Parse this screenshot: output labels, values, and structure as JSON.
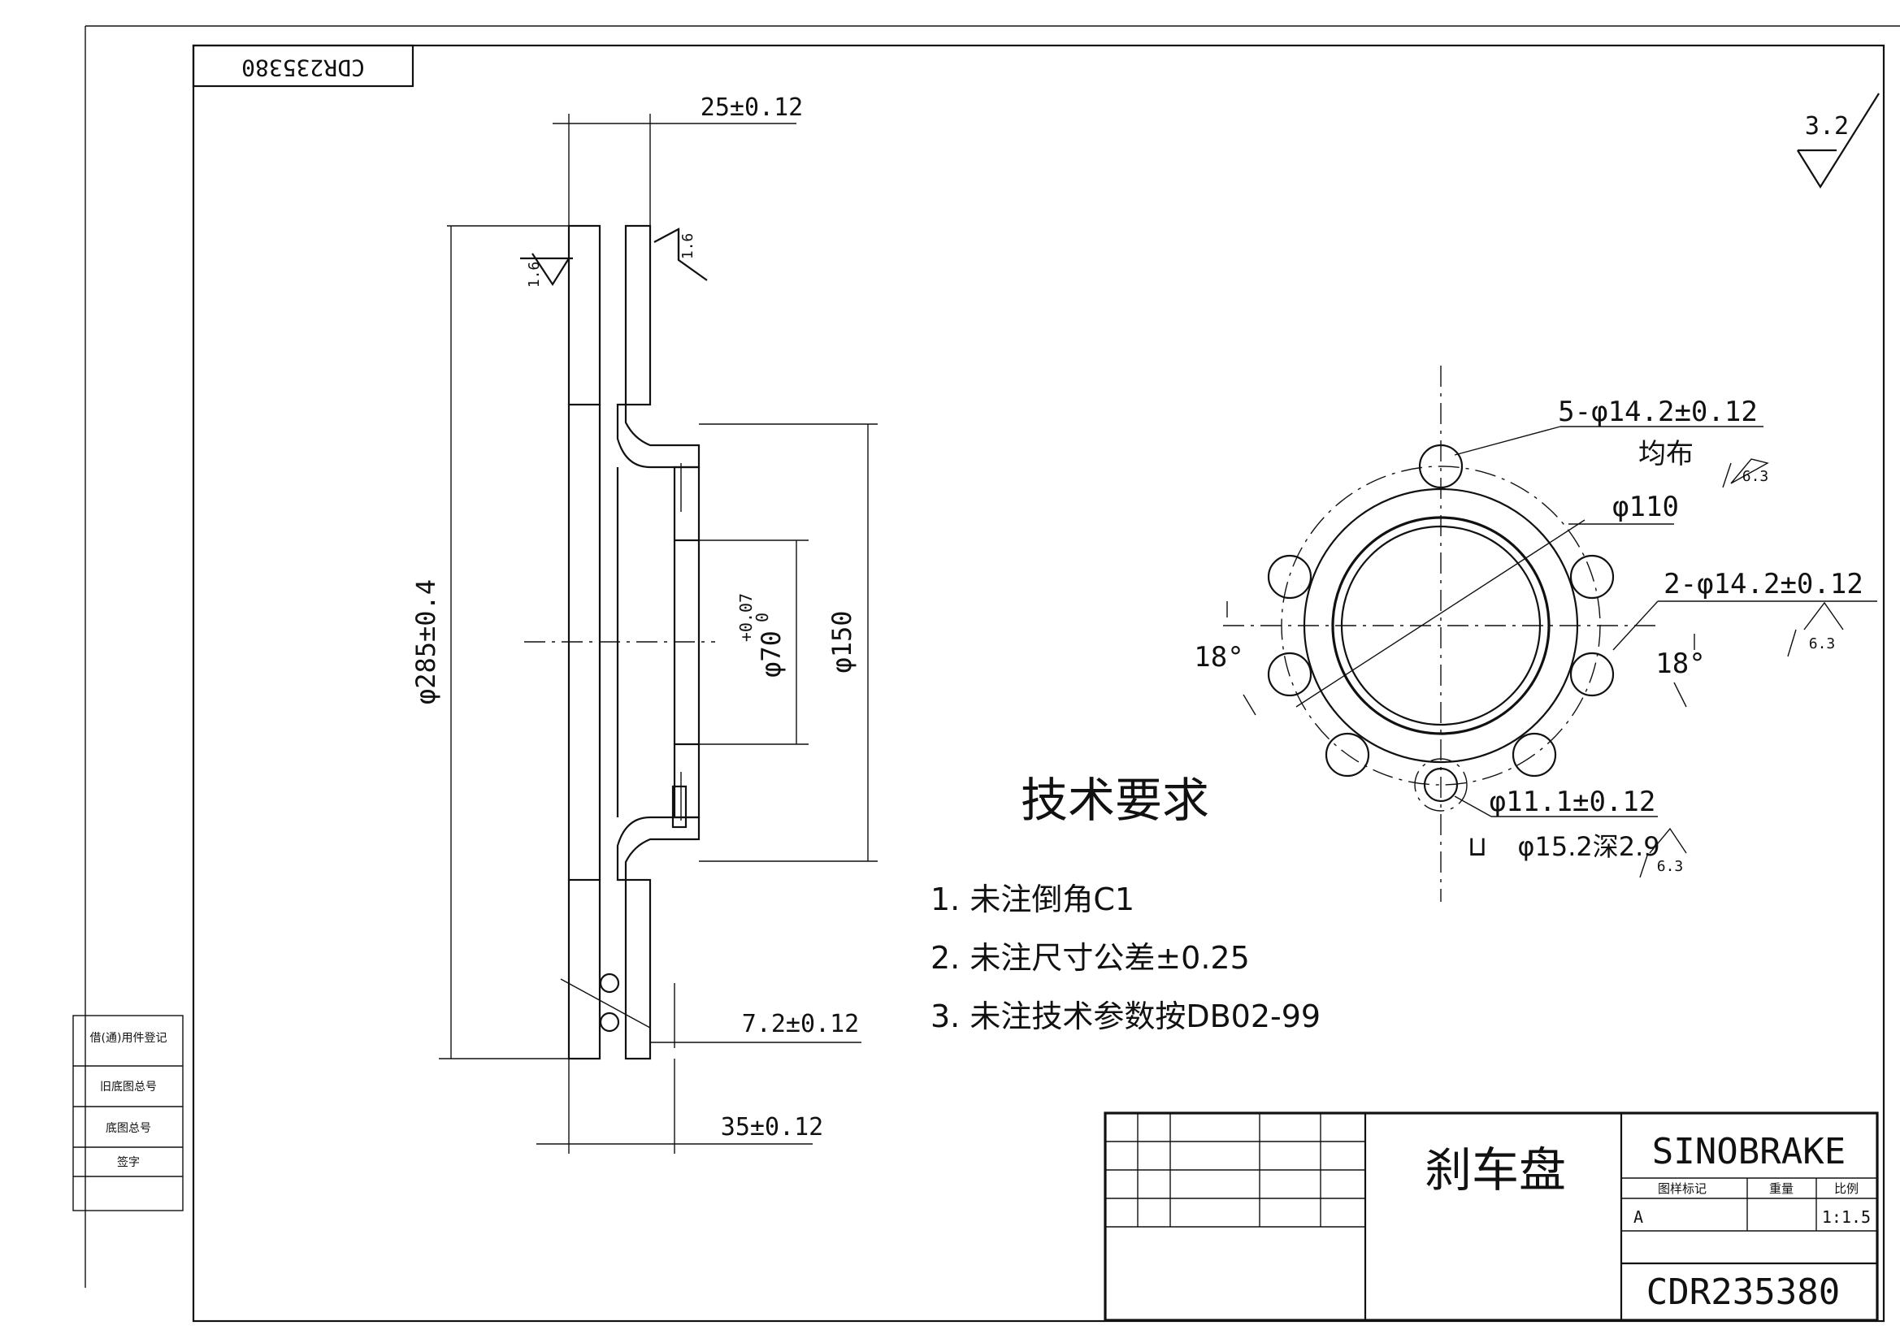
{
  "drawing": {
    "drawing_number_top": "CDR235380",
    "drawing_number": "CDR235380",
    "part_name": "刹车盘",
    "company": "SINOBRAKE",
    "scale": "1:1.5",
    "title_block_headers": [
      "图样标记",
      "重量",
      "比例"
    ],
    "title_block_mark": "A",
    "side_labels": [
      "借(通)用件登记",
      "旧底图总号",
      "底图总号",
      "签字"
    ]
  },
  "surface_finish": {
    "general": "3.2",
    "rotor_faces": [
      "1.6",
      "1.6"
    ],
    "holes": "6.3"
  },
  "dimensions": {
    "thickness": "25±0.12",
    "overall_height": "35±0.12",
    "hub_offset": "7.2±0.12",
    "outer_diameter": "φ285±0.4",
    "hub_diameter": "φ150",
    "center_bore": "φ70",
    "center_bore_tol_upper": "+0.07",
    "center_bore_tol_lower": "0",
    "pcd": "φ110",
    "bolt_holes": "5-φ14.2±0.12",
    "bolt_holes_note": "均布",
    "locating_holes": "2-φ14.2±0.12",
    "angle_left": "18°",
    "angle_right": "18°",
    "screw_hole": "φ11.1±0.12",
    "counterbore": "φ15.2深2.9",
    "counterbore_symbol": "⊔"
  },
  "requirements": {
    "title": "技术要求",
    "items": [
      "1. 未注倒角C1",
      "2. 未注尺寸公差±0.25",
      "3. 未注技术参数按DB02-99"
    ]
  }
}
